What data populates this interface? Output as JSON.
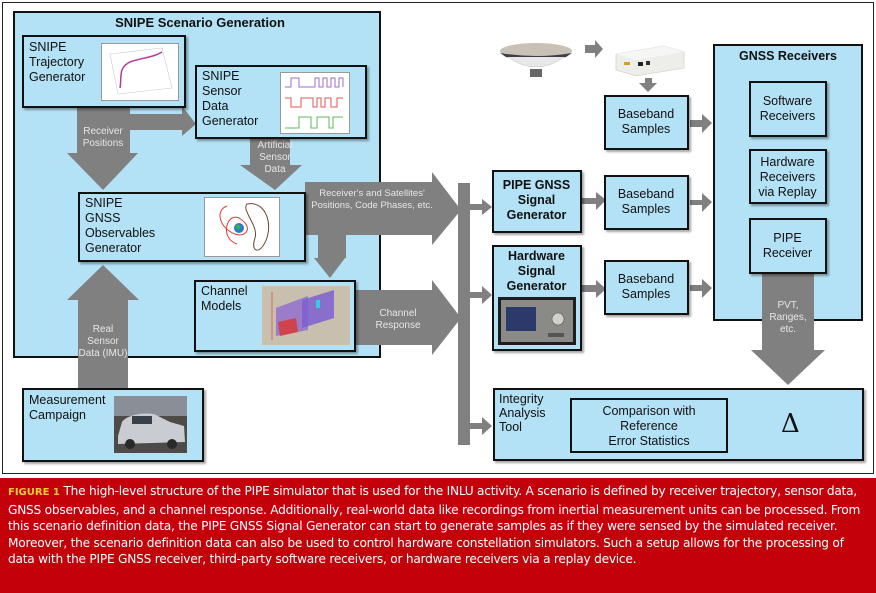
{
  "diagram": {
    "scenario_group": {
      "title": "SNIPE Scenario Generation"
    },
    "trajectory_generator": {
      "line1": "SNIPE",
      "line2": "Trajectory",
      "line3": "Generator"
    },
    "sensor_data_generator": {
      "line1": "SNIPE",
      "line2": "Sensor",
      "line3": "Data",
      "line4": "Generator"
    },
    "observables_generator": {
      "line1": "SNIPE",
      "line2": "GNSS",
      "line3": "Observables",
      "line4": "Generator"
    },
    "channel_models": {
      "line1": "Channel",
      "line2": "Models"
    },
    "measurement_campaign": {
      "line1": "Measurement",
      "line2": "Campaign"
    },
    "arrows": {
      "receiver_positions": {
        "line1": "Receiver",
        "line2": "Positions"
      },
      "artificial_sensor_data": {
        "line1": "Artificial",
        "line2": "Sensor",
        "line3": "Data"
      },
      "real_sensor_data": {
        "line1": "Real",
        "line2": "Sensor",
        "line3": "Data (IMU)"
      },
      "positions_code_phases": {
        "line1": "Receiver's and Satellites'",
        "line2": "Positions, Code Phases, etc."
      },
      "channel_response": {
        "line1": "Channel",
        "line2": "Response"
      },
      "pvt_ranges": {
        "line1": "PVT,",
        "line2": "Ranges,",
        "line3": "etc."
      }
    },
    "pipe_signal_generator": {
      "line1": "PIPE GNSS",
      "line2": "Signal",
      "line3": "Generator"
    },
    "hardware_signal_generator": {
      "line1": "Hardware",
      "line2": "Signal",
      "line3": "Generator"
    },
    "baseband_samples": [
      {
        "line1": "Baseband",
        "line2": "Samples"
      },
      {
        "line1": "Baseband",
        "line2": "Samples"
      },
      {
        "line1": "Baseband",
        "line2": "Samples"
      }
    ],
    "gnss_receivers": {
      "title": "GNSS Receivers",
      "software": {
        "line1": "Software",
        "line2": "Receivers"
      },
      "hardware": {
        "line1": "Hardware",
        "line2": "Receivers",
        "line3": "via Replay"
      },
      "pipe": {
        "line1": "PIPE",
        "line2": "Receiver"
      }
    },
    "integrity_tool": {
      "line1": "Integrity",
      "line2": "Analysis",
      "line3": "Tool",
      "comparison": {
        "line1": "Comparison with",
        "line2": "Reference",
        "line3": "Error Statistics"
      },
      "delta_symbol": "Δ"
    },
    "colors": {
      "box_fill": "#b3e1f5",
      "arrow": "#808080",
      "caption_bg": "#c4000b",
      "figure_label": "#ffcc33"
    }
  },
  "caption": {
    "figure_label": "FIGURE 1",
    "text": " The high-level structure of the PIPE simulator that is used for the INLU activity. A scenario is defined by receiver trajectory, sensor data, GNSS observables, and a channel response. Additionally, real-world data like recordings from inertial measurement units can be processed. From this scenario definition data, the PIPE GNSS Signal Generator can start to generate samples as if they were sensed by the simulated receiver. Moreover, the scenario definition data can also be used to control hardware constellation simulators. Such a setup allows for the processing of data with the PIPE GNSS receiver, third-party software receivers, or hardware receivers via a replay device."
  }
}
